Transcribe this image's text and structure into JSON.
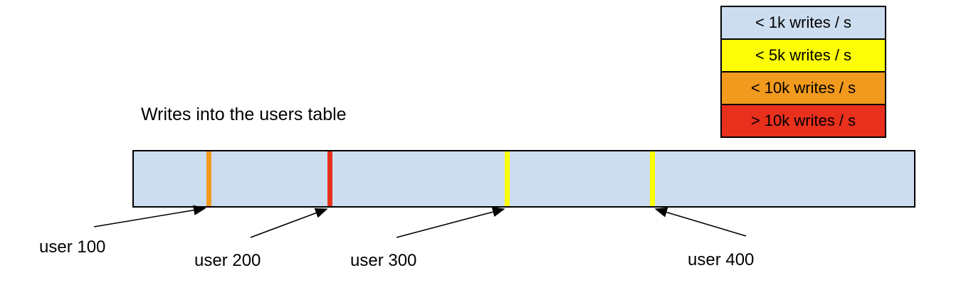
{
  "title": "Writes into the users table",
  "colors": {
    "bar_fill": "#cdddf0",
    "border": "#000000",
    "blue": "#cdddf0",
    "yellow": "#fdfd05",
    "orange": "#f29a1d",
    "red": "#e8301d"
  },
  "legend": {
    "items": [
      {
        "label": "< 1k writes / s",
        "color": "#cdddf0"
      },
      {
        "label": "< 5k writes / s",
        "color": "#fdfd05"
      },
      {
        "label": "< 10k writes / s",
        "color": "#f29a1d"
      },
      {
        "label": "> 10k writes / s",
        "color": "#e8301d"
      }
    ]
  },
  "bar": {
    "name": "users table",
    "fill": "#cdddf0"
  },
  "markers": [
    {
      "user": "user 100",
      "category": "< 10k writes / s",
      "color": "#f29a1d"
    },
    {
      "user": "user 200",
      "category": "> 10k writes / s",
      "color": "#e8301d"
    },
    {
      "user": "user 300",
      "category": "< 5k writes / s",
      "color": "#fdfd05"
    },
    {
      "user": "user 400",
      "category": "< 5k writes / s",
      "color": "#fdfd05"
    }
  ],
  "labels": {
    "user100": "user 100",
    "user200": "user 200",
    "user300": "user 300",
    "user400": "user 400"
  }
}
